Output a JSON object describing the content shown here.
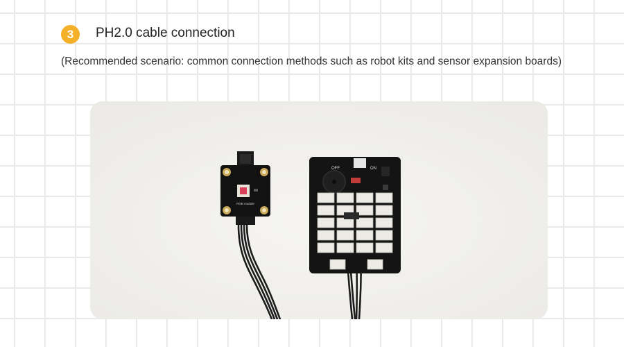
{
  "step": {
    "number": "3",
    "title": "PH2.0 cable connection",
    "subtitle": "(Recommended scenario: common connection methods such as robot kits and sensor expansion boards)"
  },
  "photo": {
    "module_label": "RGB module",
    "board_switch_off": "OFF",
    "board_switch_on": "ON"
  },
  "colors": {
    "badge": "#f5b02a",
    "grid_line": "#e9e9e9",
    "photo_bg": "#f0efec"
  }
}
